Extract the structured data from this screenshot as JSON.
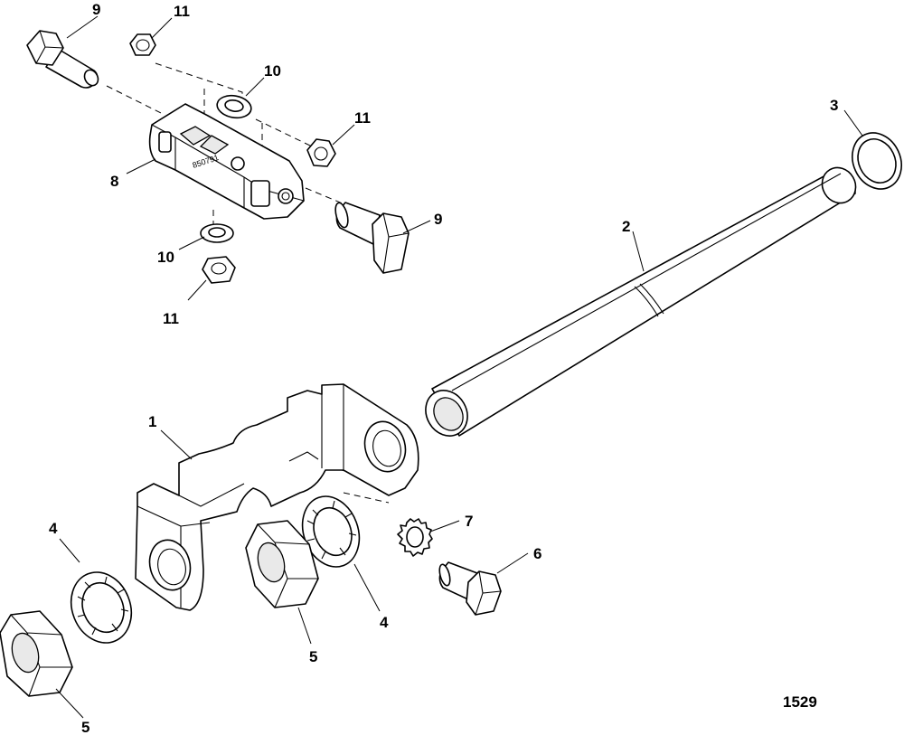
{
  "diagram": {
    "figure_number": "1529",
    "bracket_marking": "850791",
    "callouts": [
      {
        "id": "c9a",
        "text": "9"
      },
      {
        "id": "c11a",
        "text": "11"
      },
      {
        "id": "c10a",
        "text": "10"
      },
      {
        "id": "c11b",
        "text": "11"
      },
      {
        "id": "c3",
        "text": "3"
      },
      {
        "id": "c8",
        "text": "8"
      },
      {
        "id": "c9b",
        "text": "9"
      },
      {
        "id": "c2",
        "text": "2"
      },
      {
        "id": "c10b",
        "text": "10"
      },
      {
        "id": "c11c",
        "text": "11"
      },
      {
        "id": "c1",
        "text": "1"
      },
      {
        "id": "c4a",
        "text": "4"
      },
      {
        "id": "c7",
        "text": "7"
      },
      {
        "id": "c6",
        "text": "6"
      },
      {
        "id": "c4b",
        "text": "4"
      },
      {
        "id": "c5a",
        "text": "5"
      },
      {
        "id": "c5b",
        "text": "5"
      }
    ]
  }
}
